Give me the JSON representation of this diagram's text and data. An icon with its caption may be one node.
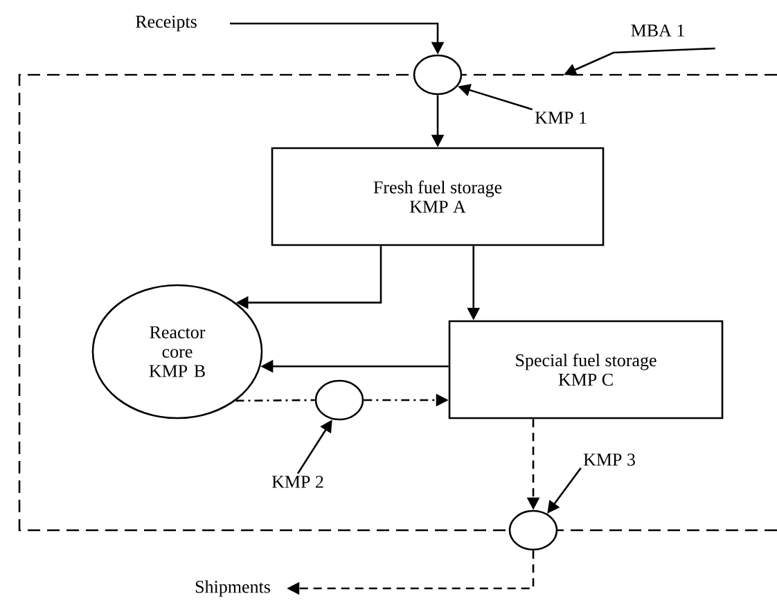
{
  "diagram": {
    "nodes": [
      {
        "text": [
          "Receipts"
        ]
      },
      {
        "text": [
          "MBA 1"
        ]
      },
      {
        "text": [],
        "shape": "circle"
      },
      {
        "text": [
          "KMP 1"
        ]
      },
      {
        "text": [
          "Fresh fuel storage",
          "KMP A"
        ]
      },
      {
        "text": [
          "Reactor core",
          "KMP B"
        ]
      },
      {
        "text": [
          "Special fuel storage",
          "KMP C"
        ]
      },
      {
        "text": [],
        "shape": "circle"
      },
      {
        "text": [
          "KMP 2"
        ]
      },
      {
        "text": [
          "KMP 3"
        ]
      },
      {
        "text": [],
        "shape": "circle"
      },
      {
        "text": [
          "Shipments"
        ]
      }
    ],
    "edges": [
      {
        "from": 0,
        "to": 2,
        "arrow": "to"
      },
      {
        "from": 1,
        "to": null,
        "arrow": "to"
      },
      {
        "from": 3,
        "to": 2,
        "arrow": "to"
      },
      {
        "from": 2,
        "to": 4,
        "arrow": "to"
      },
      {
        "from": 4,
        "to": 5,
        "arrow": "to"
      },
      {
        "from": 4,
        "to": 6,
        "arrow": "to"
      },
      {
        "from": 6,
        "to": 5,
        "arrow": "to"
      },
      {
        "from": 5,
        "to": 7,
        "arrow": "none",
        "style": "dashed"
      },
      {
        "from": 7,
        "to": 6,
        "arrow": "to",
        "style": "dashed"
      },
      {
        "from": 8,
        "to": 7,
        "arrow": "to"
      },
      {
        "from": 6,
        "to": 10,
        "arrow": "to",
        "style": "dashed"
      },
      {
        "from": 9,
        "to": 10,
        "arrow": "to"
      },
      {
        "from": 10,
        "to": 11,
        "arrow": "to",
        "style": "dashed"
      }
    ]
  }
}
